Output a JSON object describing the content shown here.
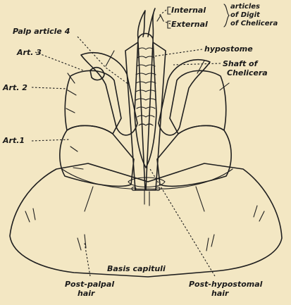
{
  "labels": {
    "internal": "Internal",
    "external": "External",
    "articles_1": "articles",
    "articles_2": "of Digit",
    "articles_3": "of Chelicera",
    "palp_article_4": "Palp article 4",
    "hypostome": "hypostome",
    "art3": "Art. 3",
    "shaft_1": "Shaft of",
    "shaft_2": "Chelicera",
    "art2": "Art. 2",
    "art1": "Art.1",
    "basis_capituli": "Basis capituli",
    "post_palpal_1": "Post-palpal",
    "post_palpal_2": "hair",
    "post_hypostomal_1": "Post-hypostomal",
    "post_hypostomal_2": "hair"
  }
}
